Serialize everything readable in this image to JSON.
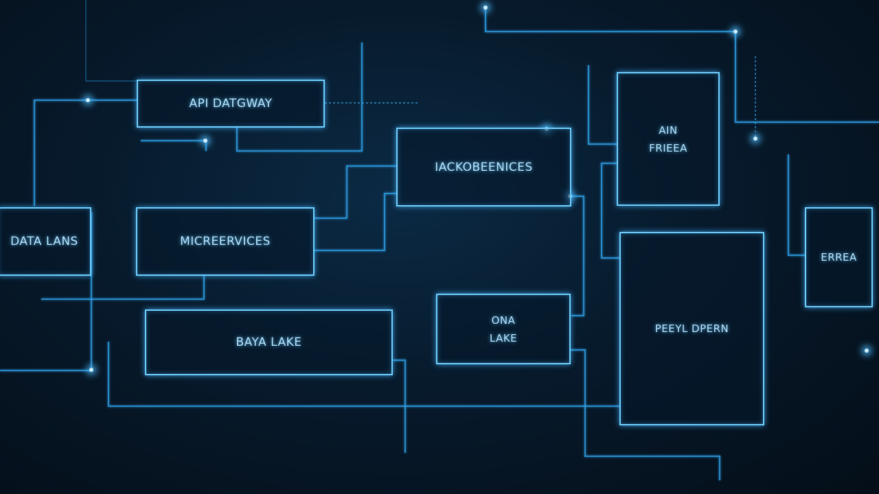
{
  "nodes": {
    "api_gateway": {
      "label": "API DATGWAY"
    },
    "macroservices": {
      "label": "IACKOBEENICES"
    },
    "ain_frieea": {
      "line1": "AIN",
      "line2": "FRIEEA"
    },
    "data_lans": {
      "label": "DATA LANS"
    },
    "microservices": {
      "label": "MICREERVICES"
    },
    "baya_lake": {
      "label": "BAYA LAKE"
    },
    "ona_lake": {
      "line1": "ONA",
      "line2": "LAKE"
    },
    "peeyl_dpern": {
      "label": "PEEYL DPERN"
    },
    "errea": {
      "label": "ERREA"
    }
  },
  "colors": {
    "background": "#071a2c",
    "line": "#2f9fe6",
    "border": "#6fd0ff",
    "text": "#b8e6ff"
  }
}
